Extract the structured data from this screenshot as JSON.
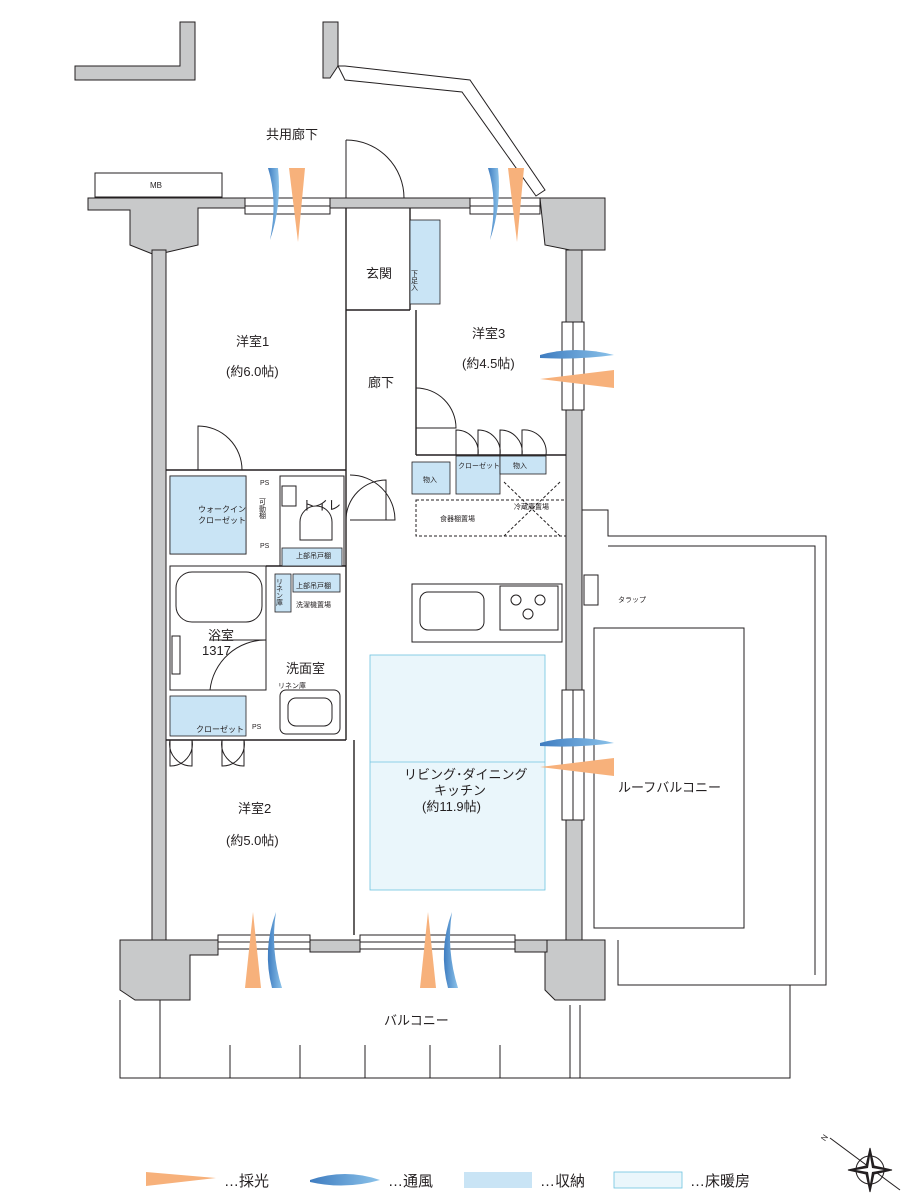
{
  "labels": {
    "common_corridor": "共用廊下",
    "mb": "MB",
    "entrance": "玄関",
    "shoe_storage": "下足入",
    "corridor": "廊下",
    "room1_name": "洋室1",
    "room1_size": "(約6.0帖)",
    "room2_name": "洋室2",
    "room2_size": "(約5.0帖)",
    "room3_name": "洋室3",
    "room3_size": "(約4.5帖)",
    "walkin_line1": "ウォークイン",
    "walkin_line2": "クローゼット",
    "movable_shelf": "可動棚",
    "ps": "PS",
    "toilet": "トイレ",
    "upper_cabinet": "上部吊戸棚",
    "linen": "リネン庫",
    "upper_cabinet2": "上部吊戸棚",
    "washer_space": "洗濯機置場",
    "bath_name": "浴室",
    "bath_size": "1317",
    "washroom": "洗面室",
    "linen2": "リネン庫",
    "closet2": "クローゼット",
    "storage_a": "物入",
    "closet3": "クローゼット",
    "storage_b": "物入",
    "pantry": "食器棚置場",
    "fridge": "冷蔵庫置場",
    "ldk_line1": "リビング･ダイニング",
    "ldk_line2": "キッチン",
    "ldk_size": "(約11.9帖)",
    "trap": "タラップ",
    "roof_balcony": "ルーフバルコニー",
    "balcony": "バルコニー"
  },
  "legend": [
    {
      "icon": "light-wedge-icon",
      "text": "…採光",
      "color": "#f7b17b"
    },
    {
      "icon": "wind-wave-icon",
      "text": "…通風",
      "color": "#5b9bd5"
    },
    {
      "icon": "storage-swatch-icon",
      "text": "…収納",
      "color": "#c9e4f5"
    },
    {
      "icon": "floor-heating-swatch-icon",
      "text": "…床暖房",
      "color": "#eaf6fb"
    }
  ],
  "compass": {
    "north_label": "N"
  },
  "colors": {
    "wall": "#c8c9ca",
    "line": "#231f20",
    "light": "#f7b17b",
    "wind": "#5b9bd5",
    "storage": "#c9e4f5",
    "floor_heating": "#eaf6fb"
  }
}
